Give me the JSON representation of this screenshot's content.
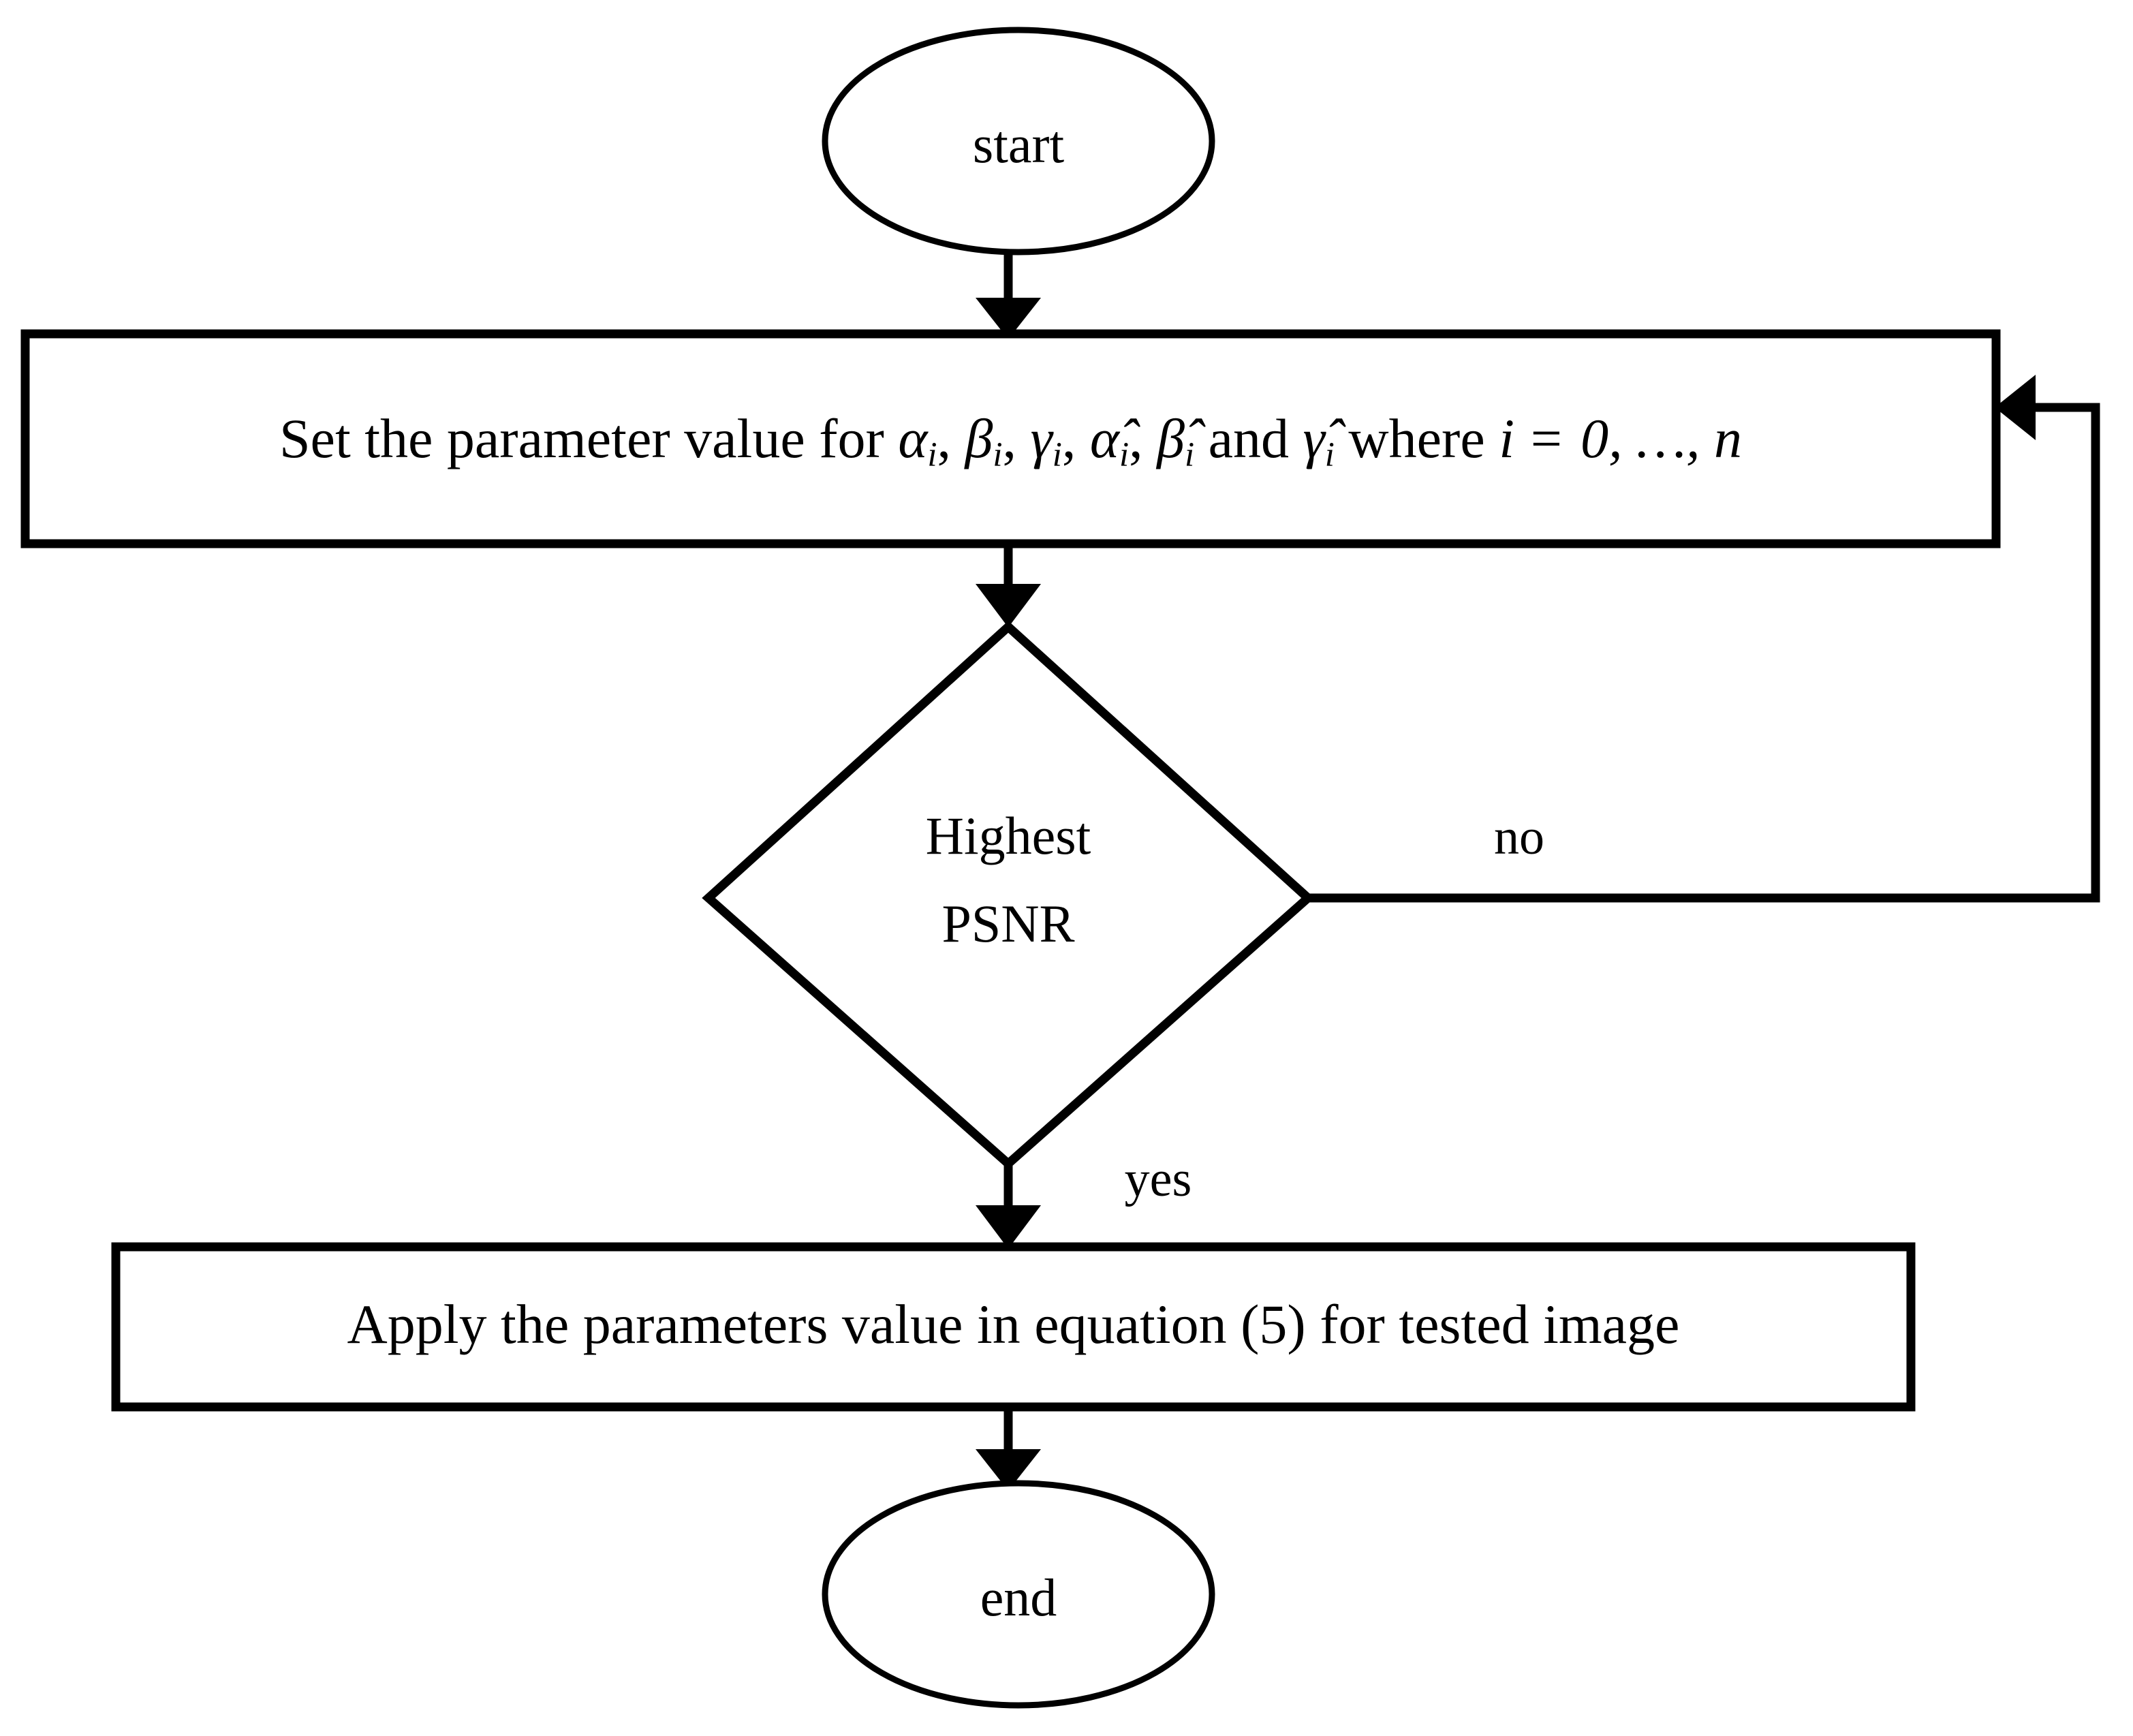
{
  "diagram": {
    "type": "flowchart",
    "title": "Parameter tuning flowchart",
    "stroke_color": "#000000",
    "fill_color": "#ffffff",
    "background": "#ffffff"
  },
  "nodes": {
    "start": {
      "shape": "ellipse",
      "label": "start"
    },
    "set_parameters": {
      "shape": "rectangle",
      "label_prefix": "Set the parameter value for ",
      "label_full": "Set the parameter value for αi, βi, γi, α̂i, β̂i and γ̂i where i = 0, …, n",
      "params": [
        {
          "symbol": "α",
          "hat": false,
          "subscript": "i",
          "sep": ", "
        },
        {
          "symbol": "β",
          "hat": false,
          "subscript": "i",
          "sep": ", "
        },
        {
          "symbol": "γ",
          "hat": false,
          "subscript": "i",
          "sep": ", "
        },
        {
          "symbol": "α",
          "hat": true,
          "subscript": "i",
          "sep": ", "
        },
        {
          "symbol": "β",
          "hat": true,
          "subscript": "i",
          "sep": " and "
        },
        {
          "symbol": "γ",
          "hat": true,
          "subscript": "i",
          "sep": ""
        }
      ],
      "where_word": " where ",
      "index_var": "i",
      "equals": " = ",
      "index_range": "0, …, ",
      "index_max": "n"
    },
    "decision": {
      "shape": "diamond",
      "line1": "Highest",
      "line2": "PSNR"
    },
    "apply": {
      "shape": "rectangle",
      "label": "Apply the parameters value in equation (5) for tested image"
    },
    "end": {
      "shape": "ellipse",
      "label": "end"
    }
  },
  "edges": [
    {
      "from": "start",
      "to": "set_parameters",
      "label": "",
      "direction": "down"
    },
    {
      "from": "set_parameters",
      "to": "decision",
      "label": "",
      "direction": "down"
    },
    {
      "from": "decision",
      "to": "set_parameters",
      "label": "no",
      "direction": "right-up-left"
    },
    {
      "from": "decision",
      "to": "apply",
      "label": "yes",
      "direction": "down"
    },
    {
      "from": "apply",
      "to": "end",
      "label": "",
      "direction": "down"
    }
  ],
  "edge_labels": {
    "no": "no",
    "yes": "yes"
  }
}
